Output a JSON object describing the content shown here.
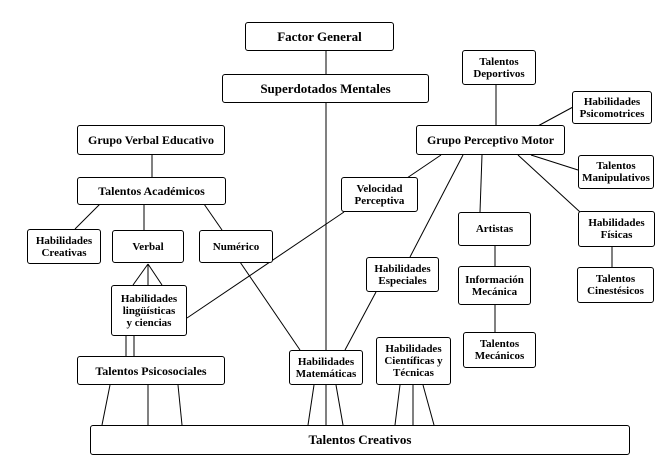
{
  "nodes": {
    "factor_general": "Factor General",
    "superdotados_mentales": "Superdotados Mentales",
    "talentos_deportivos": "Talentos\nDeportivos",
    "habilidades_psicomotrices": "Habilidades\nPsicomotrices",
    "grupo_verbal_educativo": "Grupo Verbal Educativo",
    "grupo_perceptivo_motor": "Grupo Perceptivo Motor",
    "talentos_manipulativos": "Talentos\nManipulativos",
    "velocidad_perceptiva": "Velocidad\nPerceptiva",
    "talentos_academicos": "Talentos Académicos",
    "habilidades_fisicas": "Habilidades\nFísicas",
    "habilidades_creativas": "Habilidades\nCreativas",
    "verbal": "Verbal",
    "numerico": "Numérico",
    "artistas": "Artistas",
    "habilidades_especiales": "Habilidades\nEspeciales",
    "talentos_cinestesicos": "Talentos\nCinestésicos",
    "informacion_mecanica": "Información\nMecánica",
    "habilidades_linguisticas": "Habilidades\nlingüísticas\ny ciencias",
    "talentos_mecanicos": "Talentos\nMecánicos",
    "talentos_psicosociales": "Talentos Psicosociales",
    "habilidades_matematicas": "Habilidades\nMatemáticas",
    "habilidades_cientificas": "Habilidades\nCientíficas y\nTécnicas",
    "talentos_creativos": "Talentos Creativos"
  }
}
